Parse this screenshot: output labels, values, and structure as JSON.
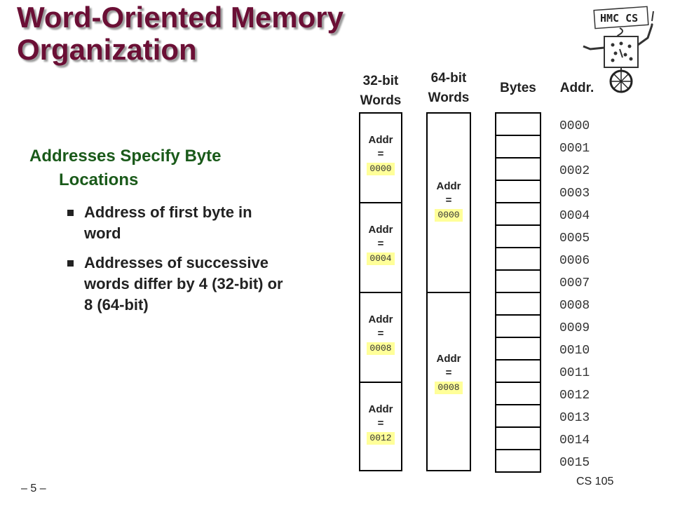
{
  "slide": {
    "title_line1": "Word-Oriented Memory",
    "title_line2": "Organization",
    "subhead_line1": "Addresses Specify Byte",
    "subhead_line2": "Locations",
    "bullets": [
      {
        "line1": "Address of first byte in",
        "line2": "word"
      },
      {
        "line1": "Addresses of successive",
        "line2": "words differ by 4 (32-bit) or",
        "line3": "8 (64-bit)"
      }
    ],
    "page_number": "– 5 –",
    "course": "CS 105"
  },
  "logo": {
    "text": "HMC CS"
  },
  "diagram": {
    "col32_line1": "32-bit",
    "col32_line2": "Words",
    "col64_line1": "64-bit",
    "col64_line2": "Words",
    "bytes_label": "Bytes",
    "addr_label": "Addr.",
    "addr_word": "Addr",
    "eq": "=",
    "words32": [
      "0000",
      "0004",
      "0008",
      "0012"
    ],
    "words64": [
      "0000",
      "0008"
    ],
    "addresses": [
      "0000",
      "0001",
      "0002",
      "0003",
      "0004",
      "0005",
      "0006",
      "0007",
      "0008",
      "0009",
      "0010",
      "0011",
      "0012",
      "0013",
      "0014",
      "0015"
    ]
  }
}
